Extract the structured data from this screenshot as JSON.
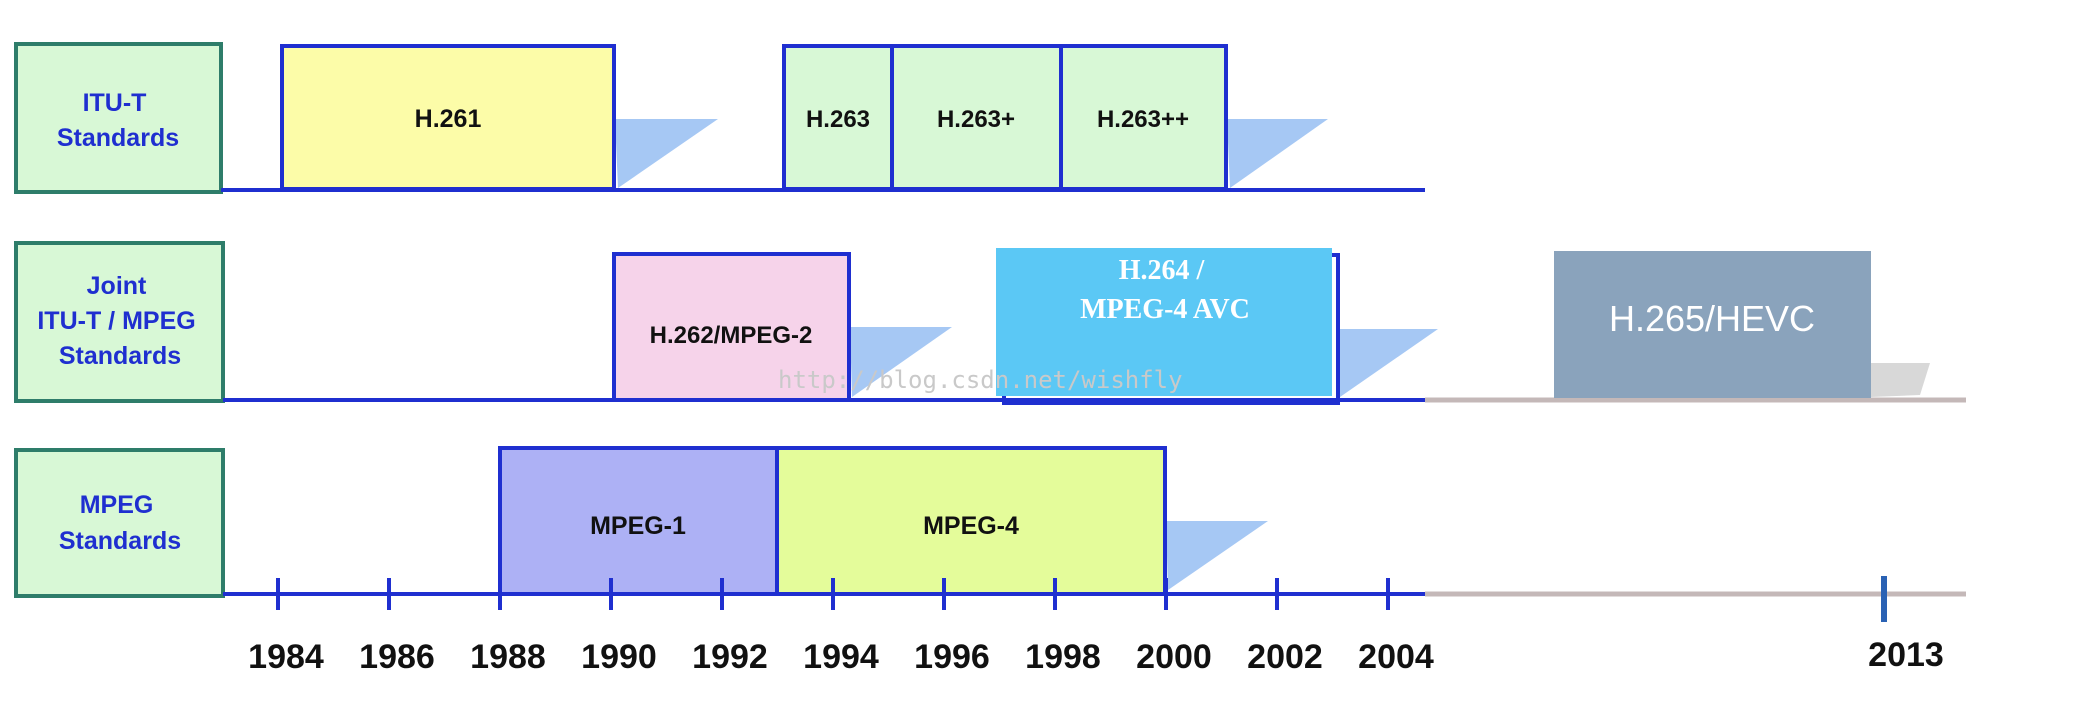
{
  "rows": [
    {
      "label_lines": [
        "ITU-T",
        "Standards"
      ]
    },
    {
      "label_lines": [
        "Joint",
        "ITU-T / MPEG",
        "Standards"
      ]
    },
    {
      "label_lines": [
        "MPEG",
        "Standards"
      ]
    }
  ],
  "standards": {
    "h261": "H.261",
    "h263": "H.263",
    "h263plus": "H.263+",
    "h263plusplus": "H.263++",
    "h262": "H.262/MPEG-2",
    "h264_line1": "H.264 /",
    "h264_line2": "MPEG-4 AVC",
    "h265": "H.265/HEVC",
    "mpeg1": "MPEG-1",
    "mpeg4": "MPEG-4"
  },
  "years": [
    "1984",
    "1986",
    "1988",
    "1990",
    "1992",
    "1994",
    "1996",
    "1998",
    "2000",
    "2002",
    "2004"
  ],
  "final_year": "2013",
  "watermark": "http://blog.csdn.net/wishfly",
  "colors": {
    "label_fill": "#d8f8d6",
    "label_border": "#2e7d6a",
    "axis": "#1f2fd0",
    "axis_extension": "#c4b8b8",
    "h261": "#fcfca8",
    "h263_family": "#d8f8d6",
    "h262": "#f6d3ea",
    "h264": "#5bc8f5",
    "h265": "#8aa3bc",
    "mpeg1": "#adb1f5",
    "mpeg4": "#e4fc9a",
    "triangle": "#a6c8f4"
  }
}
